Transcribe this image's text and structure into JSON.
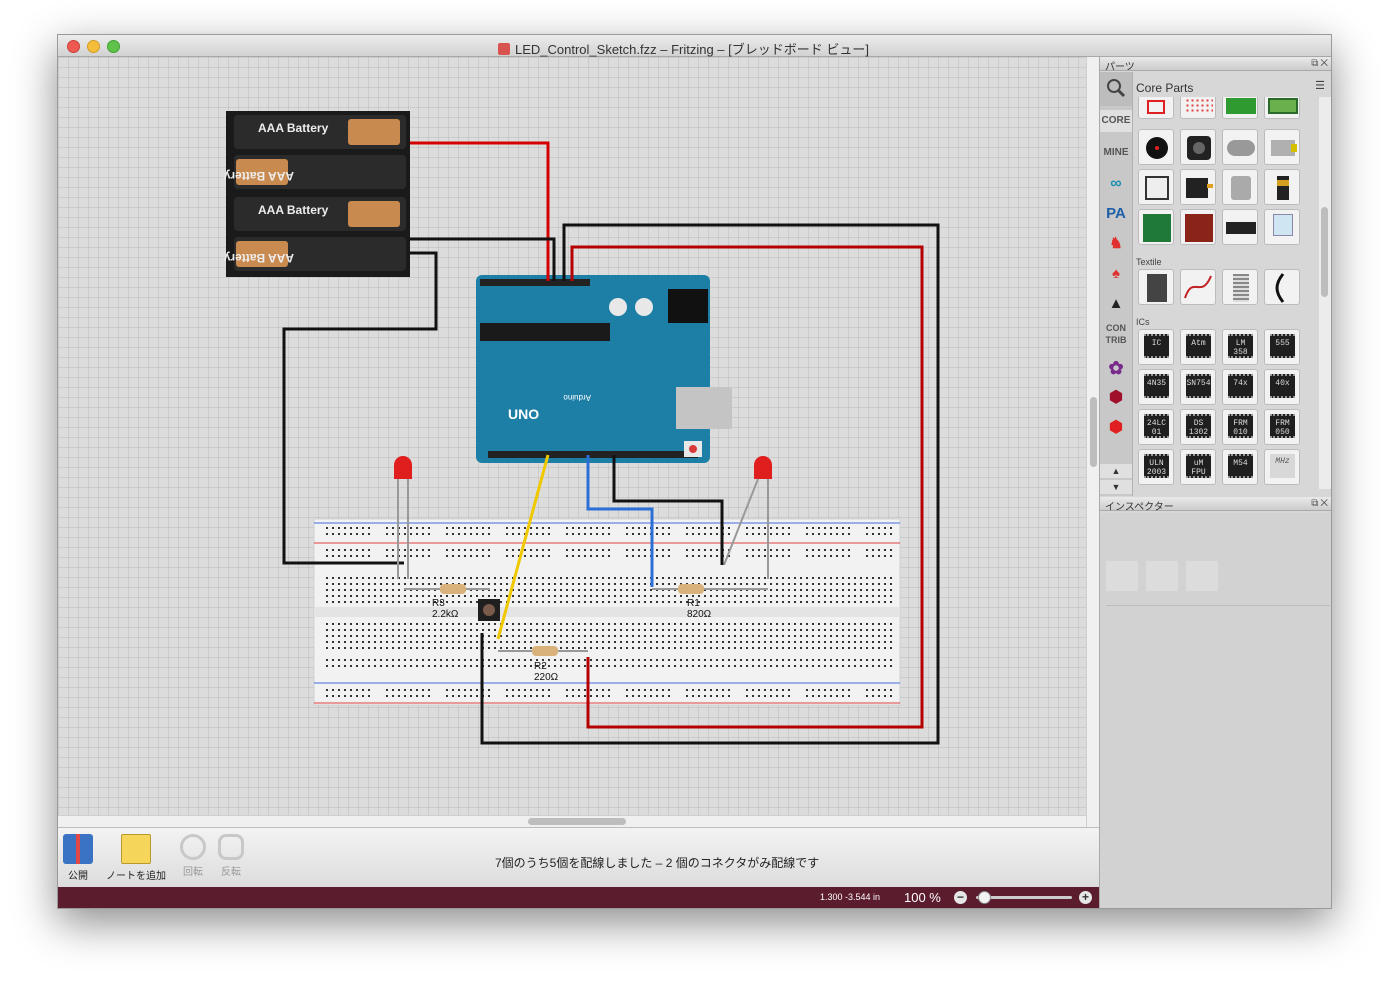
{
  "window": {
    "title": "LED_Control_Sketch.fzz – Fritzing – [ブレッドボード ビュー]"
  },
  "canvas": {
    "batteries": [
      "AAA Battery",
      "AAA Battery",
      "AAA Battery",
      "AAA Battery"
    ],
    "resistors": [
      {
        "name": "R3",
        "value": "2.2kΩ"
      },
      {
        "name": "R1",
        "value": "820Ω"
      },
      {
        "name": "R2",
        "value": "220Ω"
      }
    ],
    "arduino": {
      "logo": "UNO",
      "brand": "Arduino"
    }
  },
  "toolbar": {
    "share_label": "公開",
    "add_note_label": "ノートを追加",
    "rotate_label": "回転",
    "flip_label": "反転",
    "status_message": "7個のうち5個を配線しました – 2 個のコネクタがみ配線です"
  },
  "statusbar": {
    "coordinates": "1.300 -3.544 in",
    "zoom": "100 %"
  },
  "parts_panel": {
    "title": "パーツ",
    "bin_title": "Core Parts",
    "bins": [
      "CORE",
      "MINE",
      "CON TRIB"
    ],
    "section_textile": "Textile",
    "section_ics": "ICs",
    "ic_labels": [
      "IC",
      "Atm",
      "LM 358",
      "555",
      "4N35",
      "SN754",
      "74x",
      "40x",
      "24LC 01",
      "DS 1302",
      "FRM 010",
      "FRM 050",
      "ULN 2003",
      "uM FPU",
      "M54",
      "MHz"
    ]
  },
  "inspector": {
    "title": "インスペクター"
  },
  "colors": {
    "wire_red": "#d40000",
    "wire_black": "#111111",
    "wire_yellow": "#f0c800",
    "wire_blue": "#2a6fd6",
    "arduino_blue": "#1e7fa6",
    "statusbar": "#5b1c2e"
  }
}
